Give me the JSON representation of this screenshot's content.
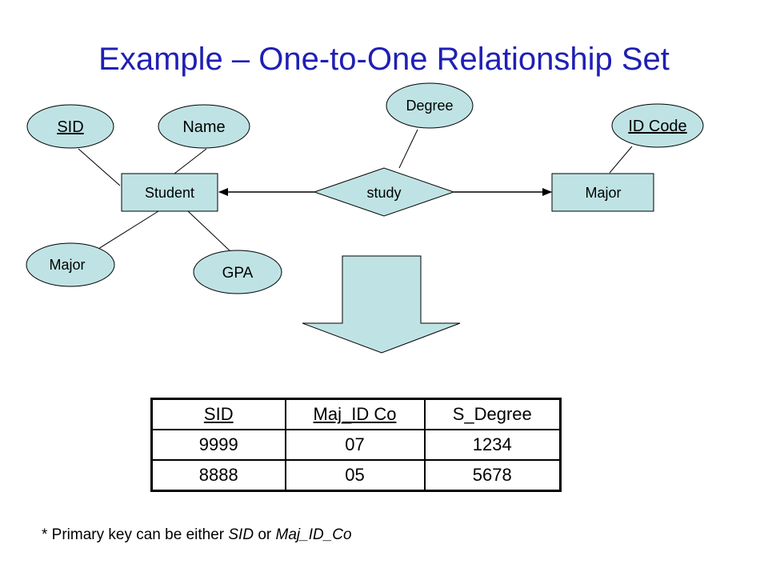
{
  "title": "Example – One-to-One Relationship Set",
  "diagram": {
    "entity_student": "Student",
    "entity_major": "Major",
    "relationship": "study",
    "attr_sid": "SID",
    "attr_name": "Name",
    "attr_major": "Major",
    "attr_gpa": "GPA",
    "attr_degree": "Degree",
    "attr_id_code": "ID Code"
  },
  "table": {
    "headers": [
      "SID",
      "Maj_ID Co",
      "S_Degree"
    ],
    "rows": [
      [
        "9999",
        "07",
        "1234"
      ],
      [
        "8888",
        "05",
        "5678"
      ]
    ]
  },
  "note": {
    "prefix": "* Primary key can be either ",
    "key1": "SID",
    "middle": " or ",
    "key2": "Maj_ID_Co"
  },
  "colors": {
    "title": "#1f1fb4",
    "shape_fill": "#bfe3e4",
    "outline": "#000000"
  }
}
